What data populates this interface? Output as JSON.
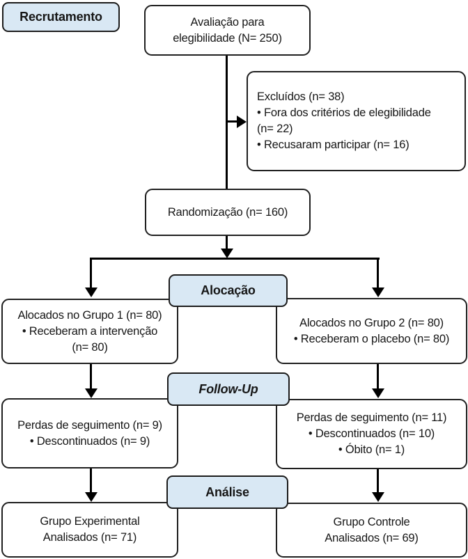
{
  "colors": {
    "stage_fill": "#d9e8f4",
    "box_fill": "#ffffff",
    "border": "#1f1f1f",
    "line": "#000000"
  },
  "stages": {
    "recruitment_label": "Recrutamento",
    "allocation_label": "Alocação",
    "followup_label": "Follow-Up",
    "analysis_label": "Análise"
  },
  "boxes": {
    "eligibility": {
      "lines": [
        "Avaliação para",
        "elegibilidade (N= 250)"
      ]
    },
    "excluded": {
      "lines": [
        "Excluídos (n= 38)",
        "• Fora dos critérios de elegibilidade",
        "(n= 22)",
        "• Recusaram participar (n= 16)"
      ]
    },
    "randomization": {
      "lines": [
        "Randomização (n= 160)"
      ]
    },
    "group1": {
      "lines": [
        "Alocados no Grupo 1 (n= 80)",
        "• Receberam a intervenção",
        "(n= 80)"
      ]
    },
    "group2": {
      "lines": [
        "Alocados no Grupo 2 (n= 80)",
        "• Receberam o placebo (n= 80)"
      ]
    },
    "loss_group1": {
      "lines": [
        "Perdas de seguimento (n= 9)",
        "• Descontinuados (n= 9)"
      ]
    },
    "loss_group2": {
      "lines": [
        "Perdas de seguimento (n= 11)",
        "• Descontinuados (n= 10)",
        "• Óbito (n= 1)"
      ]
    },
    "analysis_group1": {
      "lines": [
        "Grupo Experimental",
        "Analisados (n= 71)"
      ]
    },
    "analysis_group2": {
      "lines": [
        "Grupo Controle",
        "Analisados (n= 69)"
      ]
    }
  }
}
